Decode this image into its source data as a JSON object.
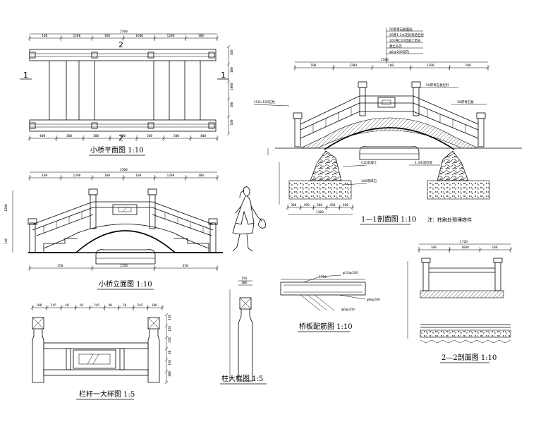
{
  "titles": {
    "plan": "小桥平面图 1:10",
    "elevation": "小桥立面图 1:10",
    "section11": "1—1剖面图 1:10",
    "section22": "2—2剖面图 1:10",
    "rail_detail": "栏杆一大样图 1:5",
    "post_detail": "柱大样图 1:5",
    "rebar": "桥板配筋图 1:10"
  },
  "note": "注：柱刷处预埋铁件",
  "section_marks": {
    "one": "1",
    "two": "2"
  },
  "dimensions": {
    "plan_total": "2500",
    "plan_top": [
      "100",
      "1200",
      "100",
      "1600",
      "1200",
      "100"
    ],
    "plan_bottom": [
      "400",
      "300",
      "300",
      "100",
      "300",
      "300",
      "400"
    ],
    "plan_right": [
      "100",
      "100",
      "2000",
      "100",
      "100"
    ],
    "elev_total": "2500",
    "elev_top": [
      "100",
      "1200",
      "100",
      "100",
      "1200",
      "100"
    ],
    "elev_bottom": [
      "350",
      "1150",
      "350"
    ],
    "elev_left": [
      "1200",
      "140"
    ],
    "sec11_total": "2500",
    "sec11_top": [
      "100",
      "1200",
      "100",
      "1200",
      "100"
    ],
    "sec11_bottom": [
      "300",
      "450",
      "300",
      "450",
      "300"
    ],
    "sec11_base": "1300",
    "sec22_total": "1720",
    "sec22_top": [
      "100",
      "1600",
      "100"
    ],
    "rebar_top": "1720",
    "rail_top": [
      "100",
      "245",
      "40",
      "20",
      "245",
      "40",
      "20",
      "245",
      "100"
    ],
    "rail_right": [
      "150",
      "120",
      "350",
      "80",
      "150",
      "100"
    ],
    "post_top": [
      "150",
      "100"
    ]
  },
  "labels": {
    "layers": [
      "50厚青石板面层",
      "20厚1:3水泥砂浆结合层",
      "100厚C20混凝土垫层",
      "素土夯实",
      "φ6@200双向"
    ],
    "handrail_left": "150×150石柱",
    "handrail_right_1": "50厚青石板栏杆",
    "handrail_right_2": "30厚青石板",
    "concrete": "C20混凝土",
    "gravel": "100厚碎石",
    "foundation": "1:3水泥砂浆",
    "rebar_a": "φ10@200",
    "rebar_b": "φ8@200",
    "rebar_c": "φ6@200"
  }
}
